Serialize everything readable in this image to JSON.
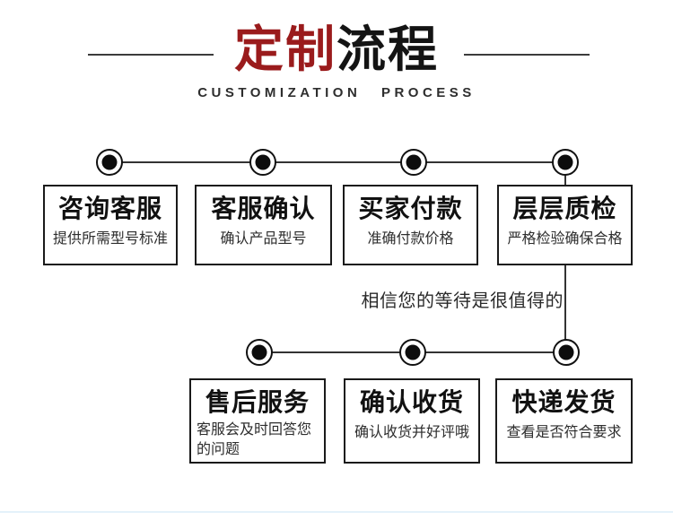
{
  "header": {
    "title_red": "定制",
    "title_black": "流程",
    "subtitle": "CUSTOMIZATION  PROCESS",
    "accent_color": "#9a1b1c",
    "line_color": "#333333"
  },
  "note": "相信您的等待是很值得的",
  "steps_row1": [
    {
      "title": "咨询客服",
      "desc": "提供所需型号标准"
    },
    {
      "title": "客服确认",
      "desc": "确认产品型号"
    },
    {
      "title": "买家付款",
      "desc": "准确付款价格"
    },
    {
      "title": "层层质检",
      "desc": "严格检验确保合格"
    }
  ],
  "steps_row2": [
    {
      "title": "售后服务",
      "desc": "客服会及时回答您的问题"
    },
    {
      "title": "确认收货",
      "desc": "确认收货并好评哦"
    },
    {
      "title": "快递发货",
      "desc": "查看是否符合要求"
    }
  ]
}
